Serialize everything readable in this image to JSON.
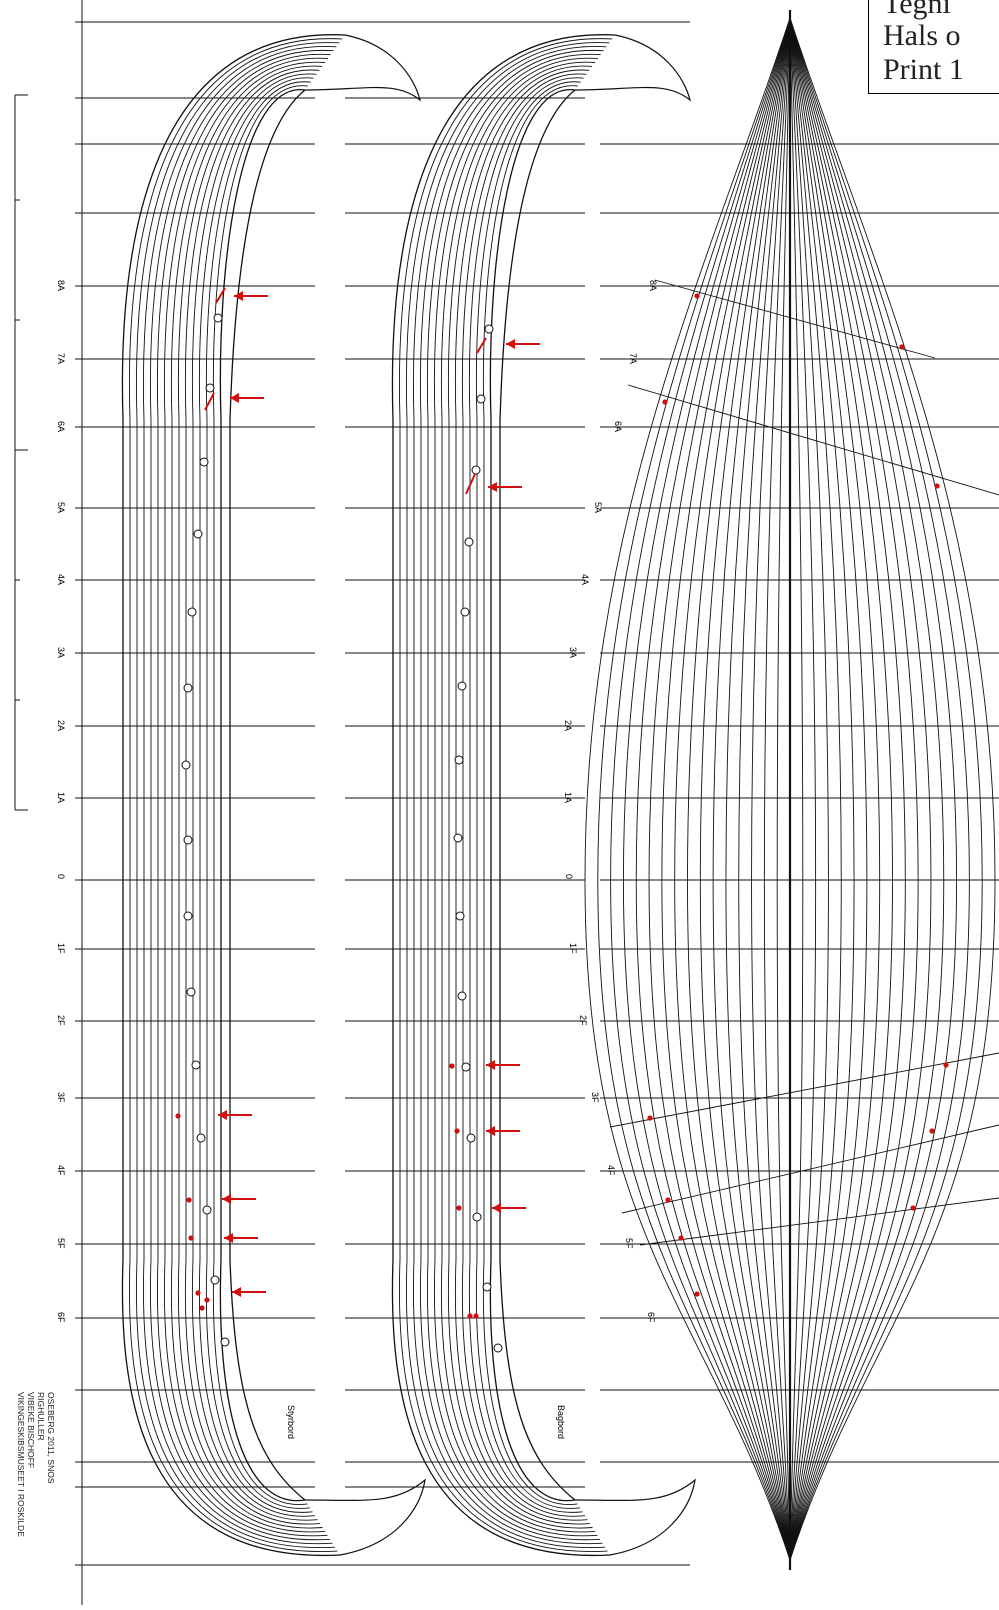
{
  "title_box": {
    "lines": [
      "Tegni",
      "Hals o",
      "Print 1"
    ]
  },
  "stations": [
    "8A",
    "7A",
    "6A",
    "5A",
    "4A",
    "3A",
    "2A",
    "1A",
    "0",
    "1F",
    "2F",
    "3F",
    "4F",
    "5F",
    "6F"
  ],
  "side_labels": {
    "starboard": "Styrbord",
    "port": "Bagbord"
  },
  "credit_lines": [
    "OSEBERG 2011, SNOS",
    "RIGHULLER",
    "VIBEKE BISCHOFF",
    "VIKINGESKIBSMUSEET I ROSKILDE"
  ],
  "colors": {
    "ink": "#111111",
    "marker": "#d01010",
    "paper": "#ffffff"
  },
  "icons": {
    "arrow": "red-arrow-icon",
    "hole": "rivet-hole-icon",
    "dot": "red-dot-icon"
  }
}
